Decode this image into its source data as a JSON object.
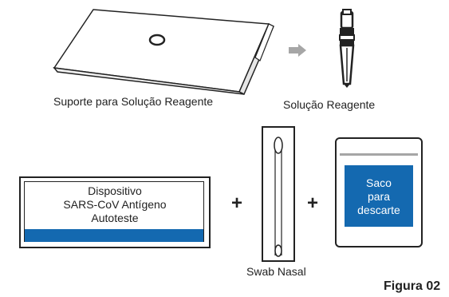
{
  "labels": {
    "suporte": "Suporte para Solução Reagente",
    "solucao": "Solução Reagente",
    "swab": "Swab Nasal",
    "figura": "Figura 02"
  },
  "device": {
    "line1": "Dispositivo",
    "line2": "SARS-CoV Antígeno",
    "line3": "Autoteste"
  },
  "bag": {
    "line1": "Saco",
    "line2": "para",
    "line3": "descarte"
  },
  "symbols": {
    "plus": "+"
  },
  "colors": {
    "accent_blue": "#1469b0",
    "gray_arrow": "#a6a6a6",
    "outline": "#222222"
  }
}
